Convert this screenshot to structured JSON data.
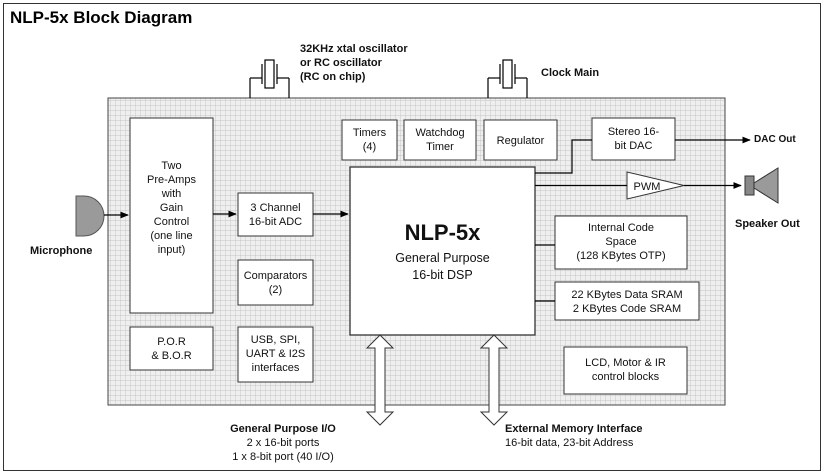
{
  "title": "NLP-5x Block Diagram",
  "external": {
    "osc_line1": "32KHz xtal oscillator",
    "osc_line2": "or RC oscillator",
    "osc_line3": "(RC on chip)",
    "clock_main": "Clock Main",
    "dac_out": "DAC Out",
    "speaker_out": "Speaker Out",
    "microphone": "Microphone",
    "gpio_title": "General Purpose I/O",
    "gpio_line1": "2 x 16-bit ports",
    "gpio_line2": "1 x 8-bit port (40 I/O)",
    "emi_title": "External Memory Interface",
    "emi_line1": "16-bit data, 23-bit Address"
  },
  "blocks": {
    "preamps": [
      "Two",
      "Pre-Amps",
      "with",
      "Gain",
      "Control",
      "(one line",
      "input)"
    ],
    "adc": [
      "3 Channel",
      "16-bit ADC"
    ],
    "comparators": [
      "Comparators",
      "(2)"
    ],
    "por": [
      "P.O.R",
      "& B.O.R"
    ],
    "usb": [
      "USB, SPI,",
      "UART & I2S",
      "interfaces"
    ],
    "timers": [
      "Timers",
      "(4)"
    ],
    "watchdog": [
      "Watchdog",
      "Timer"
    ],
    "regulator": "Regulator",
    "dac": [
      "Stereo 16-",
      "bit DAC"
    ],
    "pwm": "PWM",
    "code_space": [
      "Internal Code",
      "Space",
      "(128 KBytes OTP)"
    ],
    "sram": [
      "22 KBytes Data SRAM",
      "2 KBytes Code SRAM"
    ],
    "lcd": [
      "LCD, Motor & IR",
      "control blocks"
    ],
    "core_name": "NLP-5x",
    "core_sub1": "General Purpose",
    "core_sub2": "16-bit DSP"
  }
}
